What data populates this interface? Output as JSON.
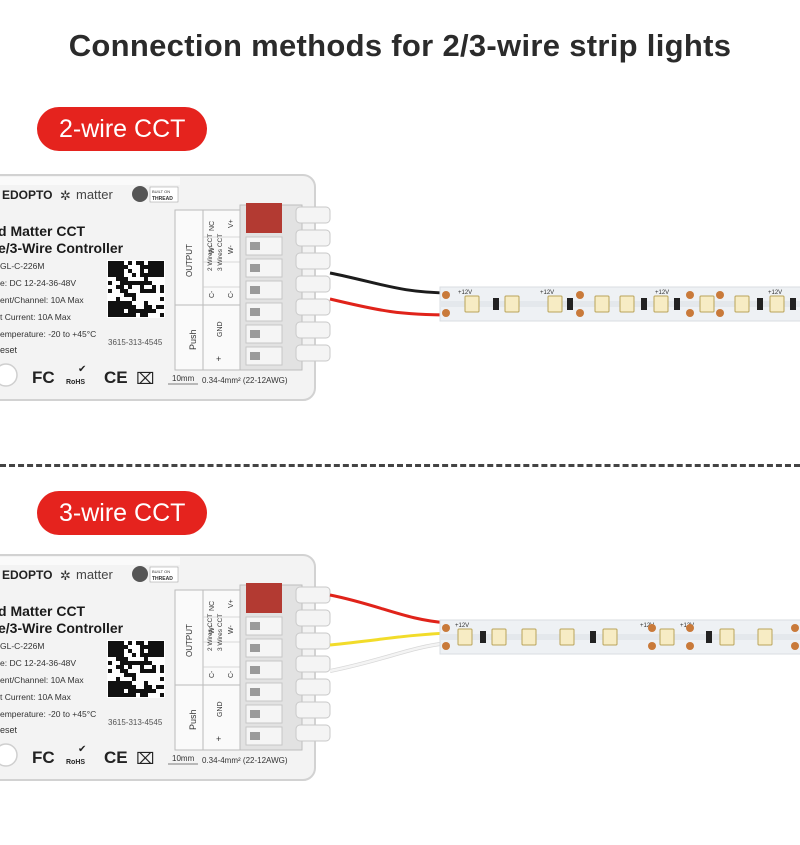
{
  "title": "Connection methods for 2/3-wire strip lights",
  "colors": {
    "accent": "#e5231e",
    "wire_black": "#1c1c1c",
    "wire_red": "#e0231a",
    "wire_yellow": "#f2dc2a",
    "wire_white": "#f4f4f4",
    "strip": "#eef1f4",
    "pad": "#c97a3a"
  },
  "sections": [
    {
      "label": "2-wire CCT"
    },
    {
      "label": "3-wire CCT"
    }
  ],
  "controller": {
    "brand": "EDOPTO",
    "matter": "matter",
    "thread_line1": "BUILT ON",
    "thread_line2": "THREAD",
    "name_line1": "d Matter CCT",
    "name_line2": "e/3-Wire Controller",
    "model": "GL-C-226M",
    "voltage": "e: DC 12-24-36-48V",
    "current_channel": "ent/Channel: 10A Max",
    "total_current": "t Current: 10A Max",
    "temperature": "emperature: -20 to +45°C",
    "reset": "eset",
    "serial": "3615-313-4545",
    "fc_mark": "FC",
    "rohs_mark": "RoHS",
    "ce_mark": "CE",
    "output_label": "OUTPUT",
    "two_wires_cct": "2 Wires CCT",
    "three_wires_cct": "3 Wires CCT",
    "term_c_minus": "C-",
    "term_w_minus": "W-",
    "term_nc": "NC",
    "term_v_plus": "V+",
    "term_gnd": "GND",
    "term_plus": "+",
    "push": "Push",
    "strip_length": "10mm",
    "wire_gauge": "0.34-4mm² (22-12AWG)"
  },
  "strip": {
    "voltage_label": "+12V"
  }
}
